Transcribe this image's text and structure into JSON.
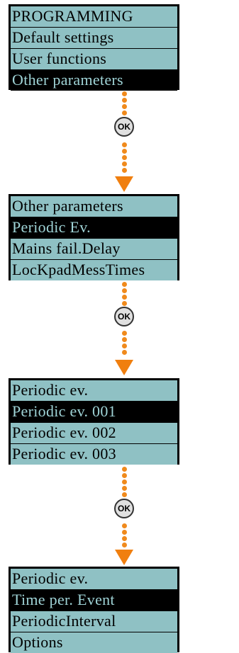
{
  "screens": [
    {
      "rows": [
        {
          "label": "PROGRAMMING",
          "selected": false
        },
        {
          "label": "Default settings",
          "selected": false
        },
        {
          "label": "User functions",
          "selected": false
        },
        {
          "label": "Other parameters",
          "selected": true
        }
      ]
    },
    {
      "rows": [
        {
          "label": "Other parameters",
          "selected": false
        },
        {
          "label": "Periodic Ev.",
          "selected": true
        },
        {
          "label": "Mains fail.Delay",
          "selected": false
        },
        {
          "label": "LocKpadMessTimes",
          "selected": false
        }
      ]
    },
    {
      "rows": [
        {
          "label": "Periodic ev.",
          "selected": false
        },
        {
          "label": "Periodic ev. 001",
          "selected": true
        },
        {
          "label": "Periodic ev. 002",
          "selected": false
        },
        {
          "label": "Periodic ev. 003",
          "selected": false
        }
      ]
    },
    {
      "rows": [
        {
          "label": "Periodic ev.",
          "selected": false
        },
        {
          "label": "Time per. Event",
          "selected": true
        },
        {
          "label": "PeriodicInterval",
          "selected": false
        },
        {
          "label": "Options",
          "selected": false
        }
      ]
    }
  ],
  "ok_button": {
    "label": "OK"
  },
  "colors": {
    "lcd_background": "#8fc1c4",
    "lcd_selected_background": "#000000",
    "lcd_selected_text": "#9fd3d6",
    "connector": "#f08a1c"
  }
}
